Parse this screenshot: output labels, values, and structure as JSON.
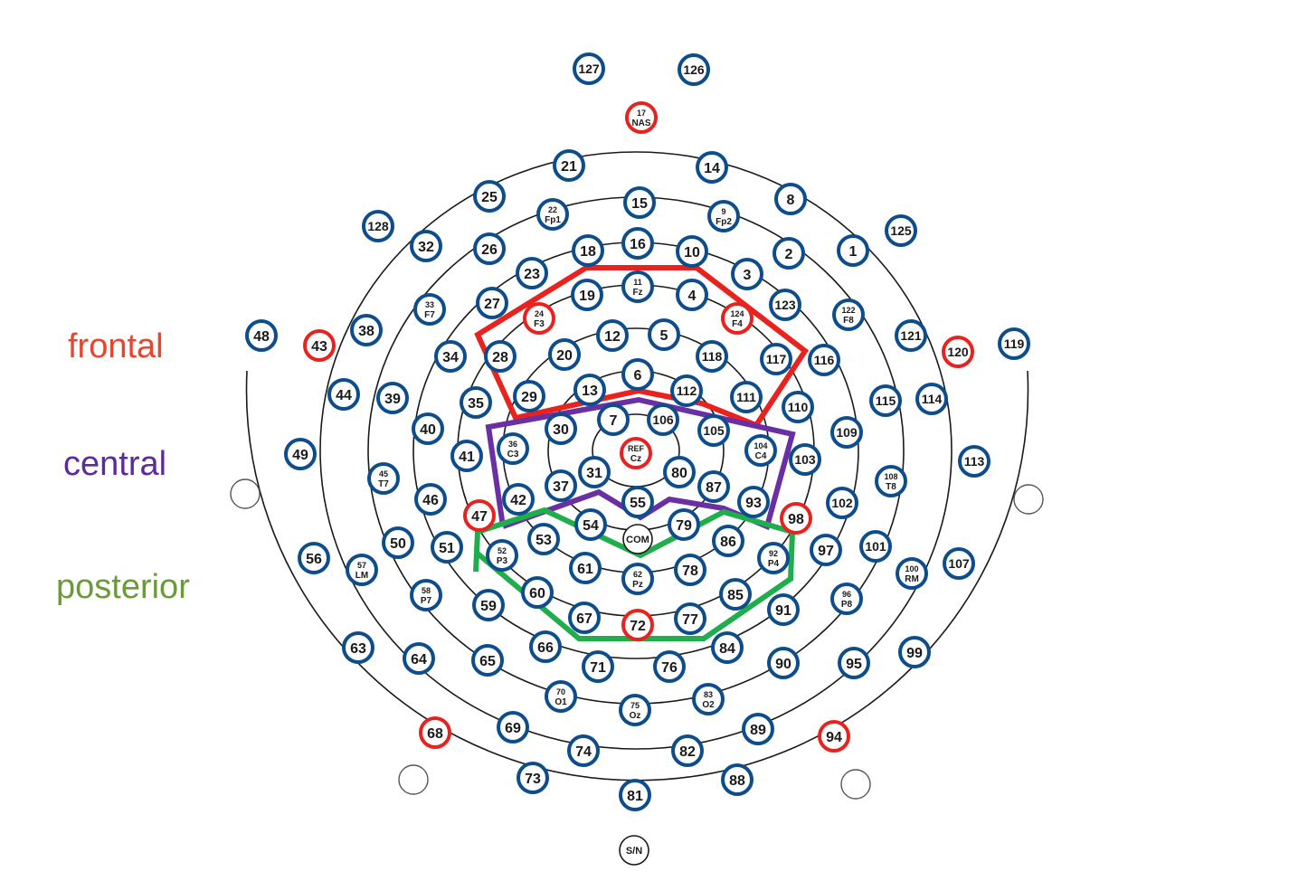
{
  "colors": {
    "frontal": "#e8231f",
    "central": "#6a2fa3",
    "posterior": "#1fae4b",
    "electrode_ring": "#0d4d8c",
    "reference_ring": "#e8231f",
    "label_frontal": "#e8452d",
    "label_central": "#5b2a9e",
    "label_posterior": "#6a9a3a"
  },
  "regions": [
    {
      "name": "frontal",
      "label": "frontal"
    },
    {
      "name": "central",
      "label": "central"
    },
    {
      "name": "posterior",
      "label": "posterior"
    }
  ],
  "center": {
    "l1": "REF",
    "l2": "Cz"
  },
  "electrodes": [
    {
      "n": "127"
    },
    {
      "n": "126"
    },
    {
      "n": "17",
      "l": "NAS",
      "r": true
    },
    {
      "n": "21"
    },
    {
      "n": "14"
    },
    {
      "n": "25"
    },
    {
      "n": "15"
    },
    {
      "n": "22",
      "l": "Fp1"
    },
    {
      "n": "9",
      "l": "Fp2"
    },
    {
      "n": "8"
    },
    {
      "n": "128"
    },
    {
      "n": "125"
    },
    {
      "n": "32"
    },
    {
      "n": "26"
    },
    {
      "n": "16"
    },
    {
      "n": "18"
    },
    {
      "n": "10"
    },
    {
      "n": "2"
    },
    {
      "n": "1"
    },
    {
      "n": "23"
    },
    {
      "n": "3"
    },
    {
      "n": "27"
    },
    {
      "n": "11",
      "l": "Fz"
    },
    {
      "n": "19"
    },
    {
      "n": "4"
    },
    {
      "n": "123"
    },
    {
      "n": "33",
      "l": "F7"
    },
    {
      "n": "122",
      "l": "F8"
    },
    {
      "n": "24",
      "l": "F3",
      "r": true
    },
    {
      "n": "124",
      "l": "F4",
      "r": true
    },
    {
      "n": "48"
    },
    {
      "n": "43",
      "r": true
    },
    {
      "n": "38"
    },
    {
      "n": "12"
    },
    {
      "n": "5"
    },
    {
      "n": "121"
    },
    {
      "n": "120",
      "r": true
    },
    {
      "n": "119"
    },
    {
      "n": "34"
    },
    {
      "n": "28"
    },
    {
      "n": "20"
    },
    {
      "n": "118"
    },
    {
      "n": "117"
    },
    {
      "n": "116"
    },
    {
      "n": "6"
    },
    {
      "n": "44"
    },
    {
      "n": "39"
    },
    {
      "n": "13"
    },
    {
      "n": "112"
    },
    {
      "n": "29"
    },
    {
      "n": "35"
    },
    {
      "n": "111"
    },
    {
      "n": "115"
    },
    {
      "n": "114"
    },
    {
      "n": "110"
    },
    {
      "n": "7"
    },
    {
      "n": "106"
    },
    {
      "n": "40"
    },
    {
      "n": "30"
    },
    {
      "n": "105"
    },
    {
      "n": "109"
    },
    {
      "n": "49"
    },
    {
      "n": "41"
    },
    {
      "n": "36",
      "l": "C3"
    },
    {
      "n": "104",
      "l": "C4"
    },
    {
      "n": "103"
    },
    {
      "n": "113"
    },
    {
      "n": "31"
    },
    {
      "n": "80"
    },
    {
      "n": "45",
      "l": "T7"
    },
    {
      "n": "108",
      "l": "T8"
    },
    {
      "n": "37"
    },
    {
      "n": "87"
    },
    {
      "n": "46"
    },
    {
      "n": "42"
    },
    {
      "n": "55"
    },
    {
      "n": "93"
    },
    {
      "n": "102"
    },
    {
      "n": "47",
      "r": true
    },
    {
      "n": "98",
      "r": true
    },
    {
      "n": "54"
    },
    {
      "n": "79"
    },
    {
      "n": "COM",
      "s": true
    },
    {
      "n": "56"
    },
    {
      "n": "50"
    },
    {
      "n": "51"
    },
    {
      "n": "53"
    },
    {
      "n": "86"
    },
    {
      "n": "97"
    },
    {
      "n": "101"
    },
    {
      "n": "107"
    },
    {
      "n": "57",
      "l": "LM"
    },
    {
      "n": "52",
      "l": "P3"
    },
    {
      "n": "61"
    },
    {
      "n": "62",
      "l": "Pz"
    },
    {
      "n": "78"
    },
    {
      "n": "92",
      "l": "P4"
    },
    {
      "n": "100",
      "l": "RM"
    },
    {
      "n": "58",
      "l": "P7"
    },
    {
      "n": "60"
    },
    {
      "n": "85"
    },
    {
      "n": "96",
      "l": "P8"
    },
    {
      "n": "59"
    },
    {
      "n": "91"
    },
    {
      "n": "67"
    },
    {
      "n": "72",
      "r": true
    },
    {
      "n": "77"
    },
    {
      "n": "63"
    },
    {
      "n": "66"
    },
    {
      "n": "84"
    },
    {
      "n": "99"
    },
    {
      "n": "64"
    },
    {
      "n": "65"
    },
    {
      "n": "71"
    },
    {
      "n": "76"
    },
    {
      "n": "90"
    },
    {
      "n": "95"
    },
    {
      "n": "70",
      "l": "O1"
    },
    {
      "n": "83",
      "l": "O2"
    },
    {
      "n": "75",
      "l": "Oz"
    },
    {
      "n": "69"
    },
    {
      "n": "89"
    },
    {
      "n": "68",
      "r": true
    },
    {
      "n": "94",
      "r": true
    },
    {
      "n": "74"
    },
    {
      "n": "82"
    },
    {
      "n": "73"
    },
    {
      "n": "88"
    },
    {
      "n": "81"
    },
    {
      "n": "S/N",
      "s": true
    }
  ]
}
